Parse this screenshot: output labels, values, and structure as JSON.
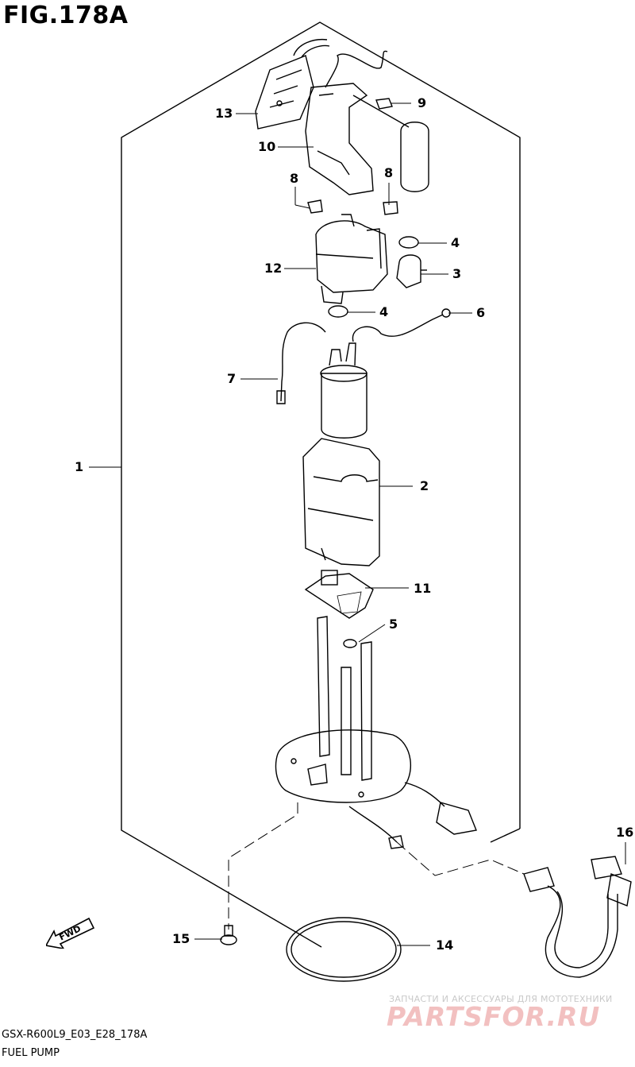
{
  "figure": {
    "title": "FIG.178A"
  },
  "callouts": [
    {
      "id": "c1",
      "label": "1"
    },
    {
      "id": "c2",
      "label": "2"
    },
    {
      "id": "c3",
      "label": "3"
    },
    {
      "id": "c4a",
      "label": "4"
    },
    {
      "id": "c4b",
      "label": "4"
    },
    {
      "id": "c5",
      "label": "5"
    },
    {
      "id": "c6",
      "label": "6"
    },
    {
      "id": "c7",
      "label": "7"
    },
    {
      "id": "c8a",
      "label": "8"
    },
    {
      "id": "c8b",
      "label": "8"
    },
    {
      "id": "c9",
      "label": "9"
    },
    {
      "id": "c10",
      "label": "10"
    },
    {
      "id": "c11",
      "label": "11"
    },
    {
      "id": "c12",
      "label": "12"
    },
    {
      "id": "c13",
      "label": "13"
    },
    {
      "id": "c14",
      "label": "14"
    },
    {
      "id": "c15",
      "label": "15"
    },
    {
      "id": "c16",
      "label": "16"
    }
  ],
  "direction_marker": {
    "label": "FWD",
    "icon": "fwd-arrow-icon"
  },
  "footer": {
    "code": "GSX-R600L9_E03_E28_178A",
    "name": "FUEL PUMP"
  },
  "watermark": {
    "tagline": "ЗАПЧАСТИ И АКСЕССУАРЫ ДЛЯ МОТОТЕХНИКИ",
    "logo": "PARTSFOR.RU"
  }
}
